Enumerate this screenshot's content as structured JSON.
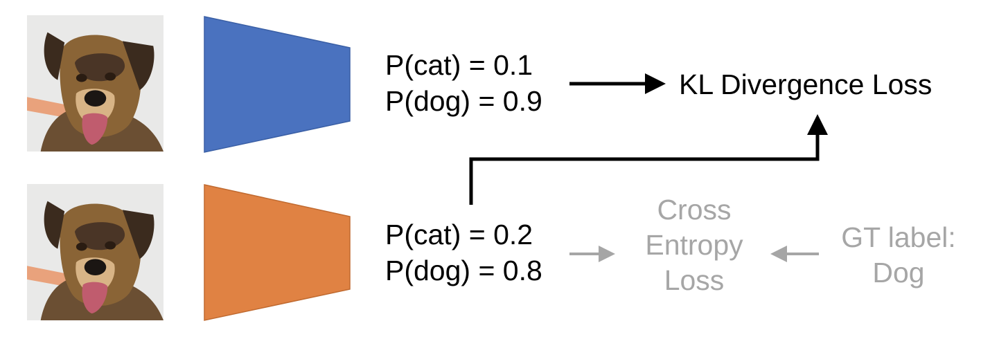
{
  "diagram": {
    "images": [
      {
        "name": "input-dog-photo-top",
        "depicts": "dog"
      },
      {
        "name": "input-dog-photo-bottom",
        "depicts": "dog"
      }
    ],
    "teacher": {
      "color": "#4a72bf",
      "p_cat": "P(cat) = 0.1",
      "p_dog": "P(dog) = 0.9"
    },
    "student": {
      "color": "#e08243",
      "p_cat": "P(cat) = 0.2",
      "p_dog": "P(dog) = 0.8"
    },
    "kl_loss": "KL Divergence Loss",
    "ce_loss": {
      "line1": "Cross",
      "line2": "Entropy",
      "line3": "Loss"
    },
    "gt": {
      "line1": "GT label:",
      "line2": "Dog"
    },
    "colors": {
      "arrow_dark": "#000000",
      "arrow_grey": "#a6a6a6"
    }
  }
}
